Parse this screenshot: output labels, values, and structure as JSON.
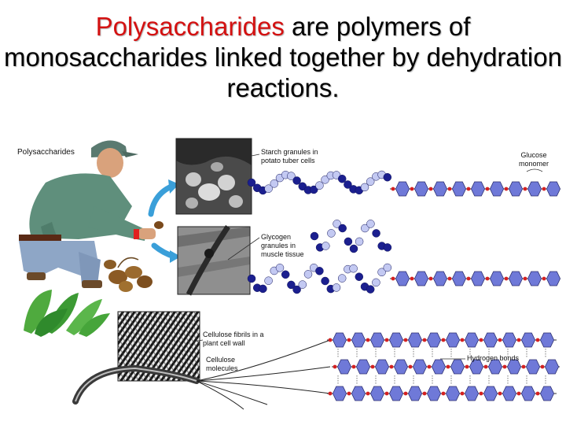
{
  "title": {
    "highlight": "Polysaccharides",
    "rest": " are polymers of monosaccharides linked together by dehydration reactions."
  },
  "figure": {
    "heading": "Polysaccharides",
    "starch_label": "Starch granules in potato tuber cells",
    "glucose_label": "Glucose monomer",
    "glycogen_label": "Glycogen granules in muscle tissue",
    "cellulose_fibrils_label": "Cellulose fibrils in a plant cell wall",
    "cellulose_molecules_label": "Cellulose molecules",
    "hydrogen_bonds_label": "Hydrogen bonds",
    "colors": {
      "title_highlight": "#d41111",
      "ring_fill": "#6f79d8",
      "bead_dark": "#1b1f8f",
      "bead_light": "#c3c9f2",
      "oxygen": "#d42020",
      "arrow": "#3a9fd9"
    }
  }
}
